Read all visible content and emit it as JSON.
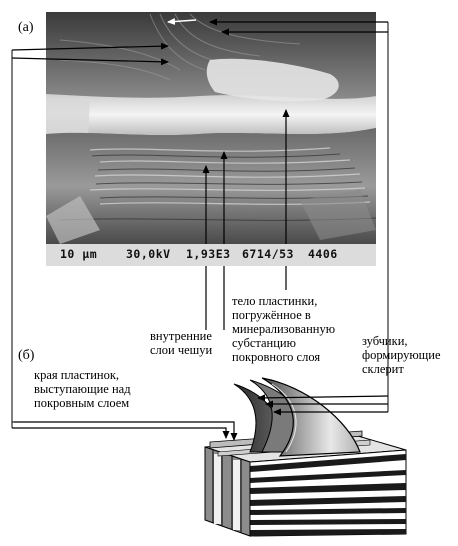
{
  "panels": {
    "a": "(а)",
    "b": "(б)"
  },
  "micrograph": {
    "scale_text": "10 µm",
    "voltage": "30,0kV",
    "magnification": "1,93E3",
    "sample_id": "6714/53",
    "frame_no": "4406"
  },
  "labels": {
    "inner_layers": [
      "внутренние",
      "слои чешуи"
    ],
    "plate_body": [
      "тело пластинки,",
      "погружённое в",
      "минерализованную",
      "субстанцию",
      "покровного слоя"
    ],
    "teeth": [
      "зубчики,",
      "формирующие",
      "склерит"
    ],
    "plate_edges": [
      "края пластинок,",
      "выступающие над",
      "покровным слоем"
    ]
  }
}
